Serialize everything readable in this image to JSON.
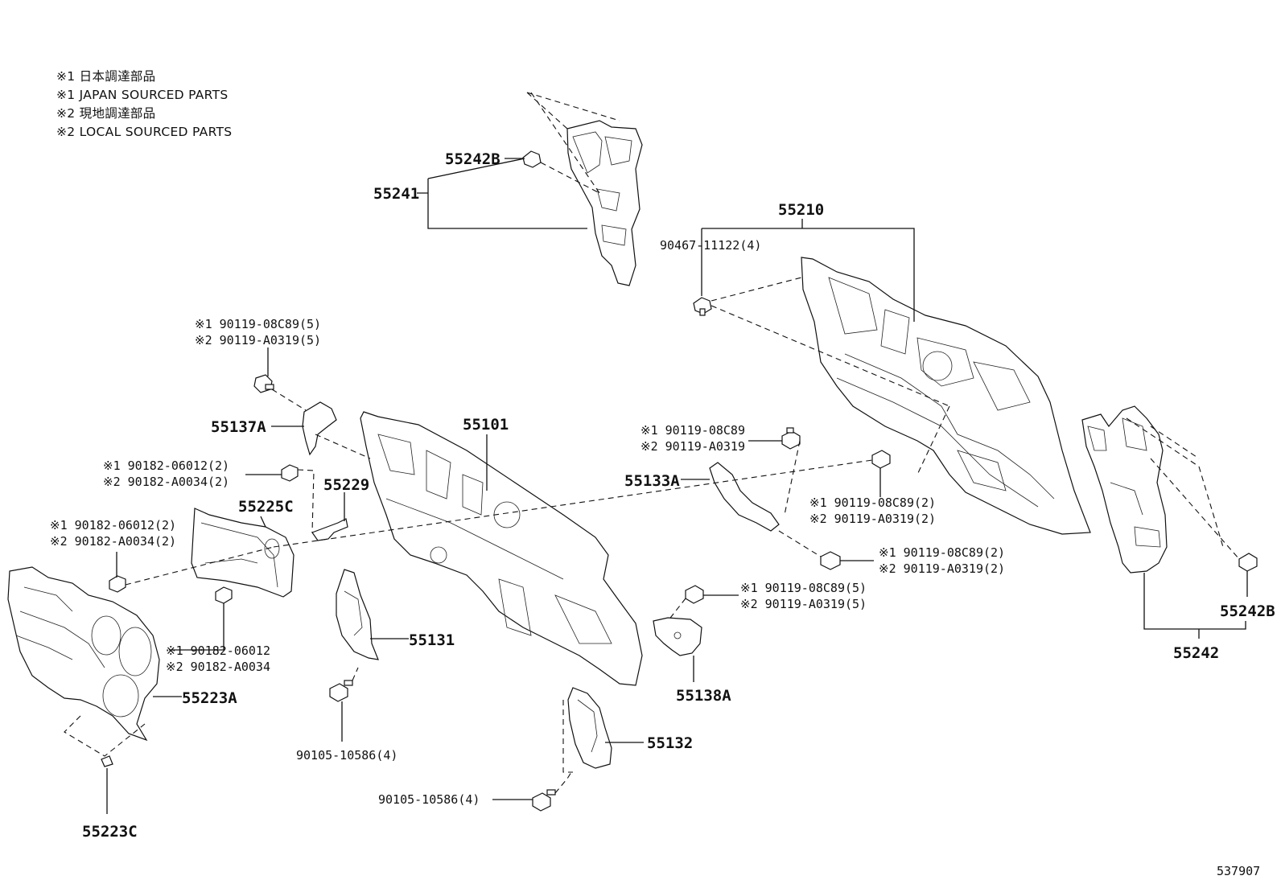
{
  "notes": [
    "※1 日本調達部品",
    "※1 JAPAN SOURCED PARTS",
    "※2 現地調達部品",
    "※2 LOCAL SOURCED PARTS"
  ],
  "labels": {
    "p55242B_top": "55242B",
    "p55241": "55241",
    "p55210": "55210",
    "p90467": "90467-11122(4)",
    "p90119_5_j": "※1 90119-08C89(5)",
    "p90119_5_l": "※2 90119-A0319(5)",
    "p55137A": "55137A",
    "p55101": "55101",
    "p90182_2a_j": "※1 90182-06012(2)",
    "p90182_2a_l": "※2 90182-A0034(2)",
    "p55229": "55229",
    "p55225C": "55225C",
    "p90182_2b_j": "※1 90182-06012(2)",
    "p90182_2b_l": "※2 90182-A0034(2)",
    "p90182_j": "※1 90182-06012",
    "p90182_l": "※2 90182-A0034",
    "p55223A": "55223A",
    "p55223C": "55223C",
    "p55131": "55131",
    "p90105_a": "90105-10586(4)",
    "p55132": "55132",
    "p90105_b": "90105-10586(4)",
    "p90119_j": "※1 90119-08C89",
    "p90119_l": "※2 90119-A0319",
    "p55133A": "55133A",
    "p90119_2a_j": "※1 90119-08C89(2)",
    "p90119_2a_l": "※2 90119-A0319(2)",
    "p90119_2b_j": "※1 90119-08C89(2)",
    "p90119_2b_l": "※2 90119-A0319(2)",
    "p90119_5b_j": "※1 90119-08C89(5)",
    "p90119_5b_l": "※2 90119-A0319(5)",
    "p55138A": "55138A",
    "p55242B_right": "55242B",
    "p55242": "55242",
    "figure_id": "537907"
  }
}
